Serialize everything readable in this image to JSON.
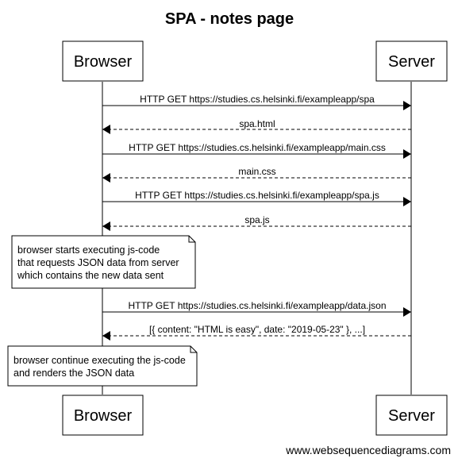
{
  "title": "SPA - notes page",
  "actors": {
    "left": "Browser",
    "right": "Server"
  },
  "messages": [
    {
      "label": "HTTP GET https://studies.cs.helsinki.fi/exampleapp/spa",
      "direction": "request"
    },
    {
      "label": "spa.html",
      "direction": "response"
    },
    {
      "label": "HTTP GET https://studies.cs.helsinki.fi/exampleapp/main.css",
      "direction": "request"
    },
    {
      "label": "main.css",
      "direction": "response"
    },
    {
      "label": "HTTP GET https://studies.cs.helsinki.fi/exampleapp/spa.js",
      "direction": "request"
    },
    {
      "label": "spa.js",
      "direction": "response"
    },
    {
      "label": "HTTP GET https://studies.cs.helsinki.fi/exampleapp/data.json",
      "direction": "request"
    },
    {
      "label": "[{ content: \"HTML is easy\", date: \"2019-05-23\" }, ...]",
      "direction": "response"
    }
  ],
  "notes": [
    {
      "lines": [
        "browser starts executing js-code",
        "that requests JSON data from server",
        "which contains the new data sent"
      ]
    },
    {
      "lines": [
        "browser continue executing the js-code",
        "and renders the JSON data"
      ]
    }
  ],
  "footer": "www.websequencediagrams.com"
}
